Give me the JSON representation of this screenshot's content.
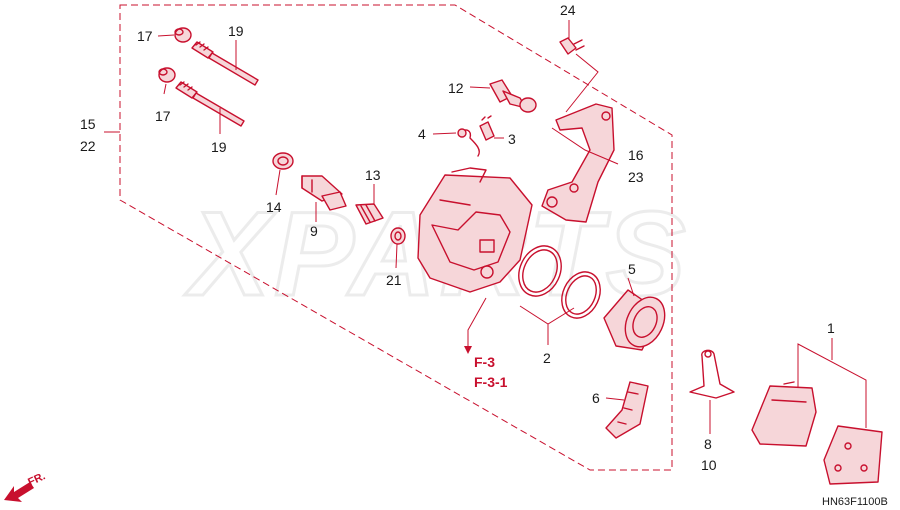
{
  "watermark": "XPARTS",
  "diagram_code": "HN63F1100B",
  "front_marker": "FR.",
  "references": [
    "F-3",
    "F-3-1"
  ],
  "callouts": {
    "c1": "1",
    "c2": "2",
    "c3": "3",
    "c4": "4",
    "c5": "5",
    "c6": "6",
    "c8": "8",
    "c10": "10",
    "c9": "9",
    "c12": "12",
    "c13": "13",
    "c14": "14",
    "c15": "15",
    "c22": "22",
    "c16": "16",
    "c23": "23",
    "c17a": "17",
    "c17b": "17",
    "c19a": "19",
    "c19b": "19",
    "c21": "21",
    "c24": "24"
  }
}
